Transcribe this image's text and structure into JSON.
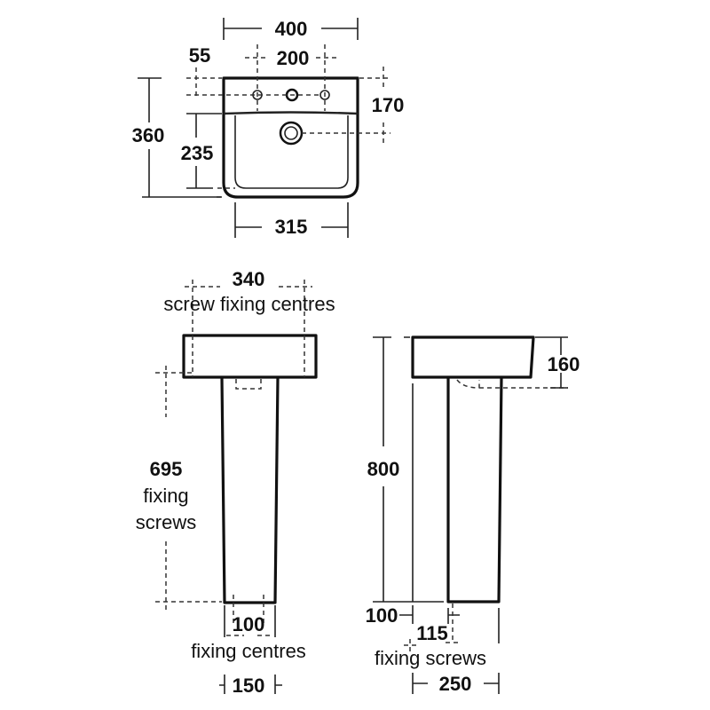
{
  "plan_view": {
    "overall_width": "400",
    "tap_centres": "200",
    "tap_offset": "55",
    "overall_depth": "360",
    "bowl_depth": "235",
    "waste_offset": "170",
    "bowl_width": "315"
  },
  "front_view": {
    "screw_centres_value": "340",
    "screw_centres_label": "screw fixing centres",
    "fixing_screws_height": "695",
    "fixing_screws_label_1": "fixing",
    "fixing_screws_label_2": "screws",
    "pedestal_fixing_centres": "100",
    "pedestal_fixing_label": "fixing centres",
    "pedestal_base_width": "150"
  },
  "side_view": {
    "overall_height": "800",
    "basin_height": "160",
    "screw_height": "100",
    "screw_offset": "115",
    "fixing_screws_label": "fixing screws",
    "pedestal_depth": "250"
  },
  "colors": {
    "line": "#111111",
    "background": "#ffffff"
  }
}
